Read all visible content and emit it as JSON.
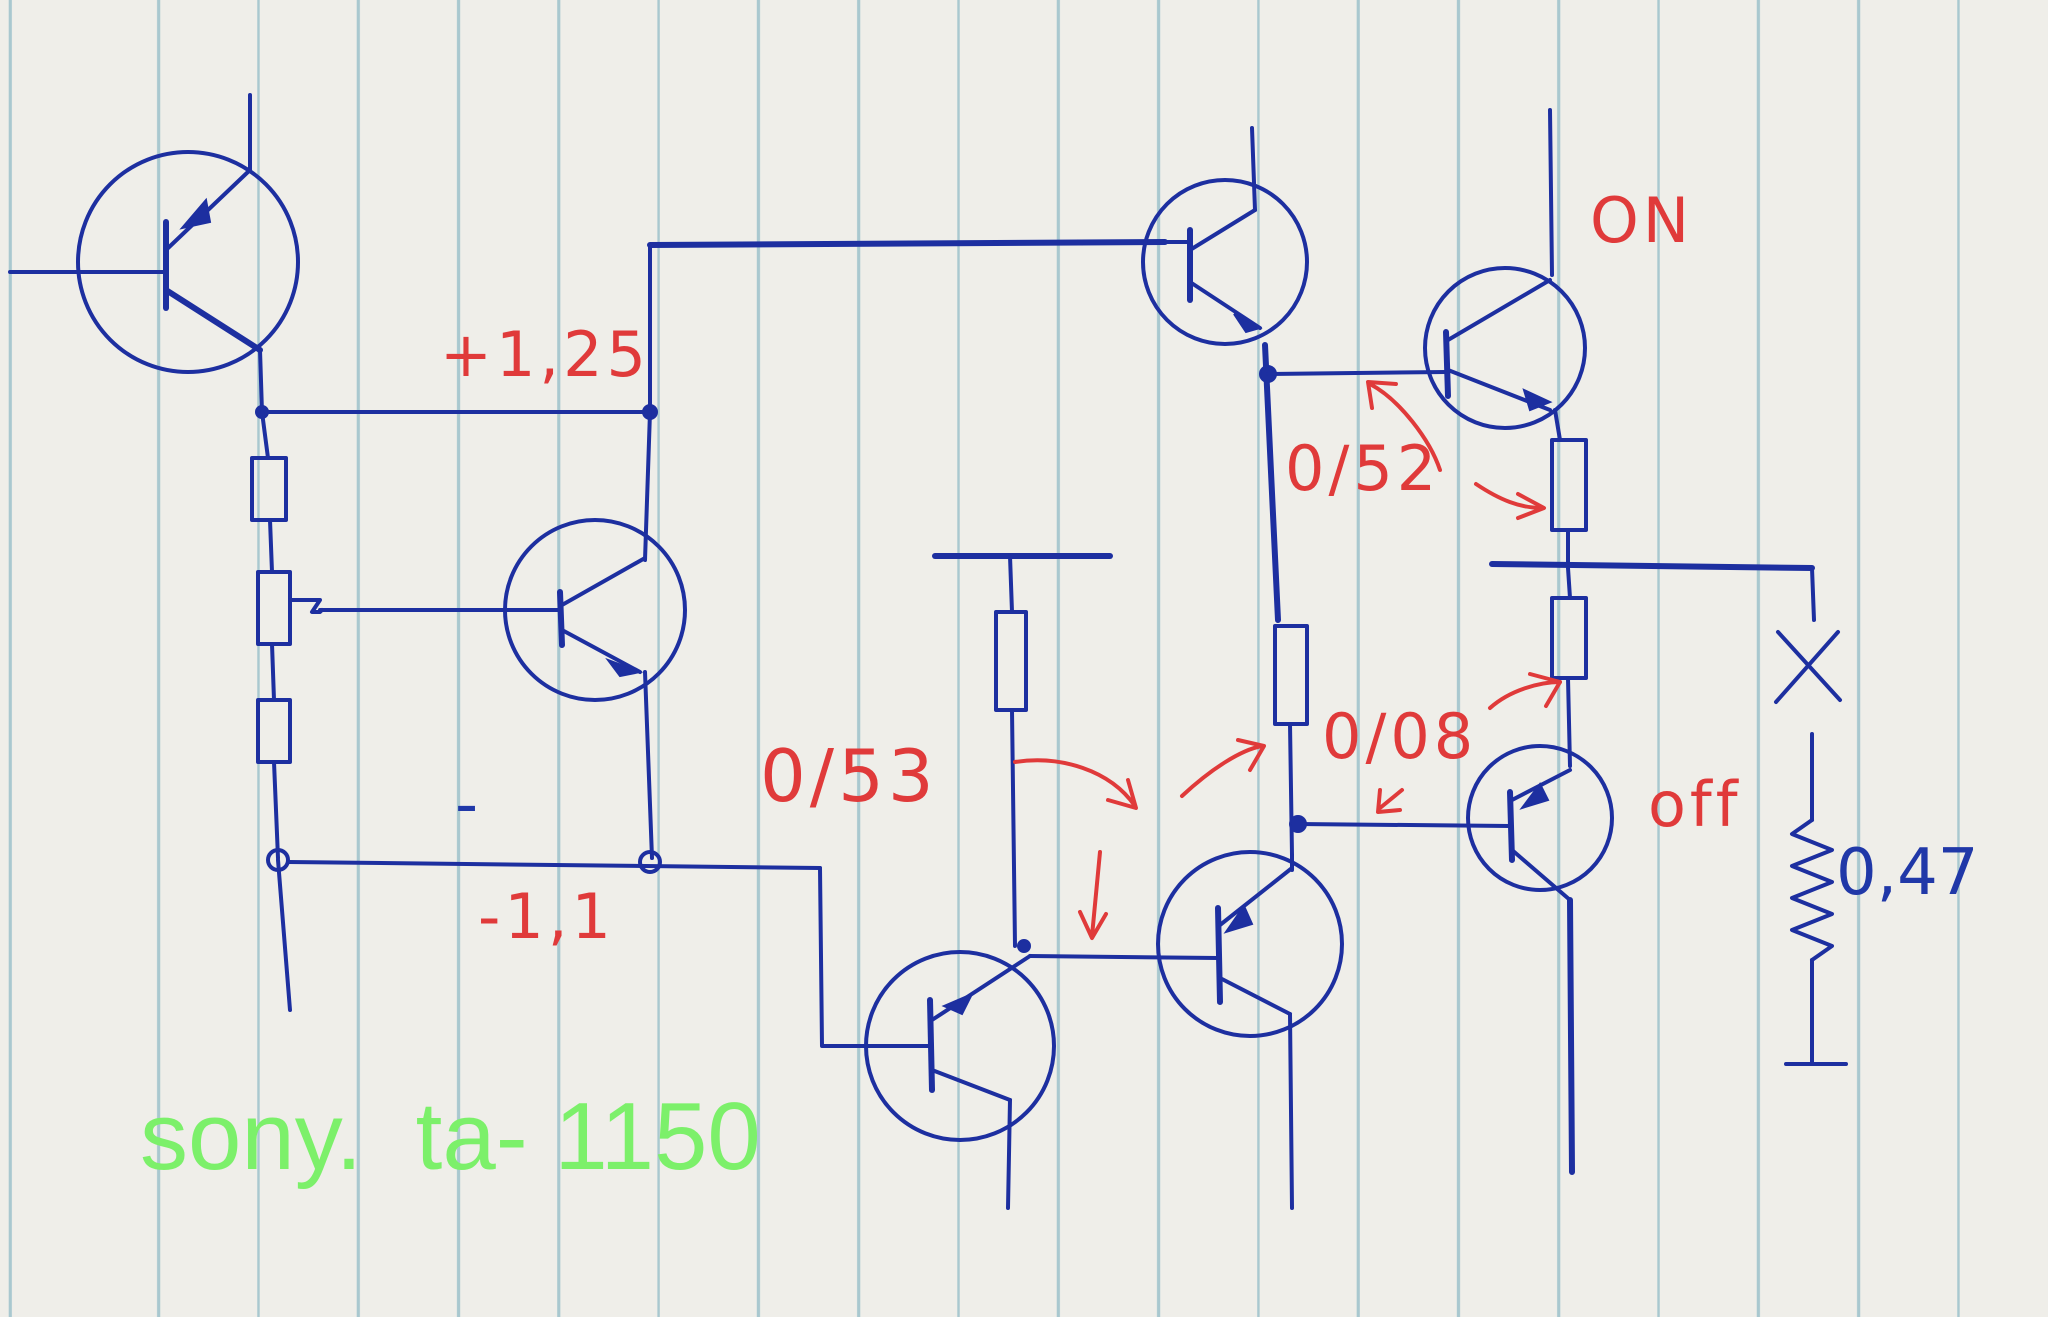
{
  "labels": {
    "v_plus": "+1,25",
    "v_minus": "-1,1",
    "minus_sign": "-",
    "v_q5": "0/52",
    "v_q3": "0/53",
    "v_q6": "0/08",
    "state_on": "ON",
    "state_off": "off",
    "resistor_value": "0,47"
  },
  "caption": "sony.  ta- 1150",
  "colors": {
    "wiring": "#1d2fa0",
    "annotations": "#e03a3a",
    "caption": "#7cf06a",
    "paper": "#efeee9",
    "ruled_lines": "#a9c8cf"
  }
}
